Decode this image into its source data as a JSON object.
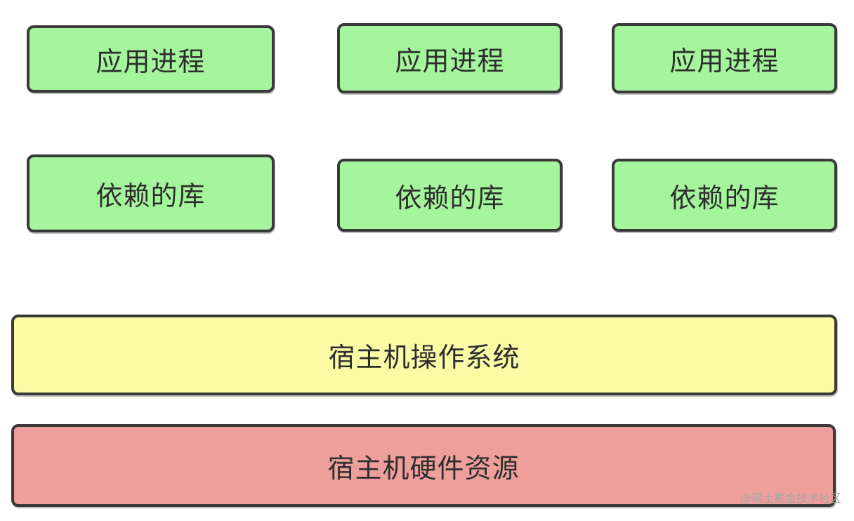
{
  "diagram": {
    "app_processes": [
      "应用进程",
      "应用进程",
      "应用进程"
    ],
    "libraries": [
      "依赖的库",
      "依赖的库",
      "依赖的库"
    ],
    "host_os": "宿主机操作系统",
    "host_hardware": "宿主机硬件资源"
  },
  "watermark": "@稀土掘金技术社区",
  "colors": {
    "app_box": "#a4f59c",
    "lib_box": "#a4f59c",
    "os_box": "#fbfba6",
    "hardware_box": "#ef9f9b",
    "border": "#3a3a3a"
  }
}
